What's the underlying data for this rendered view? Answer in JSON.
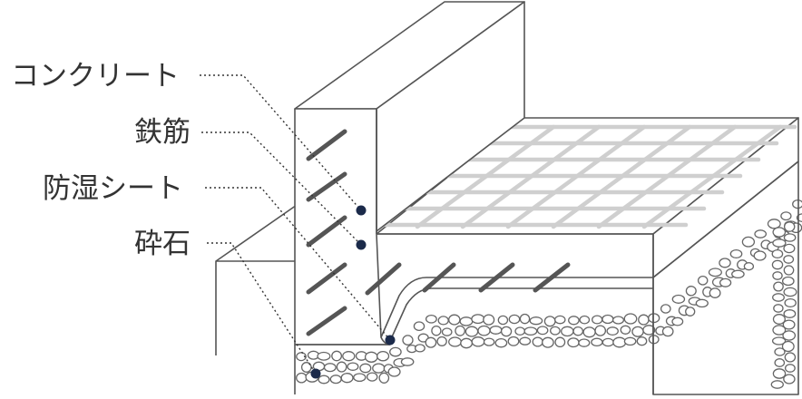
{
  "labels": {
    "concrete": "コンクリート",
    "rebar": "鉄筋",
    "membrane": "防湿シート",
    "gravel": "砕石"
  },
  "colors": {
    "line": "#555555",
    "text": "#333333",
    "rebar_mesh": "#cfcfcf",
    "marker": "#1b2a4a"
  }
}
